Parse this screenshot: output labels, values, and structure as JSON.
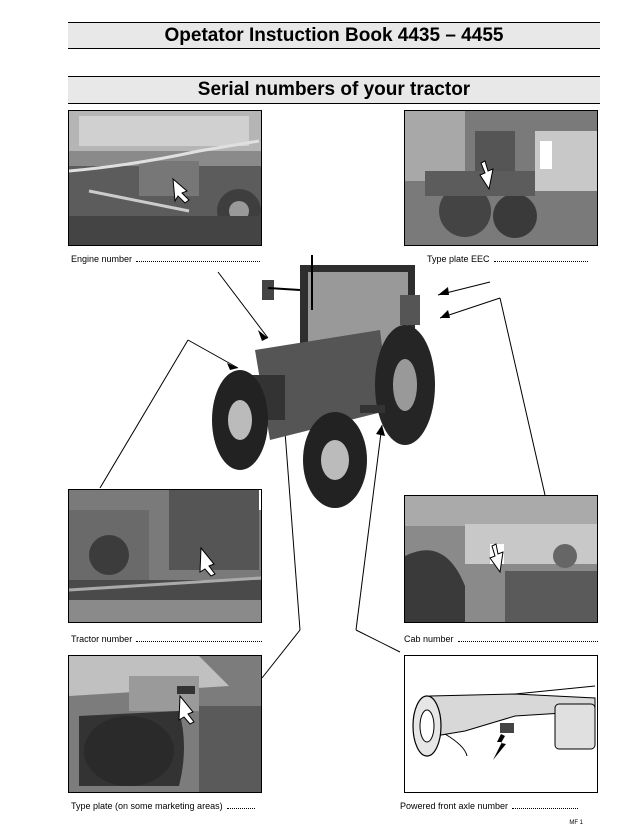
{
  "doc_title": "Opetator Instuction Book 4435 – 4455",
  "section_title": "Serial numbers of your tractor",
  "captions": {
    "engine_number": "Engine number",
    "type_plate_eec": "Type plate EEC",
    "tractor_number": "Tractor number",
    "cab_number": "Cab number",
    "type_plate_marketing": "Type plate (on some marketing areas)",
    "front_axle_number": "Powered front axle number"
  },
  "page_mark": "MF 1"
}
